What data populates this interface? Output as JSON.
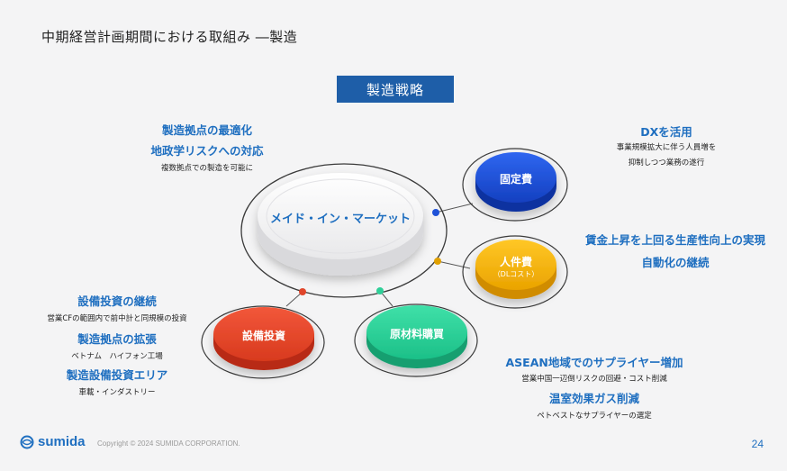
{
  "slide": {
    "title": "中期経営計画期間における取組み ―製造",
    "strategy_label": "製造戦略",
    "page_number": "24",
    "copyright": "Copyright © 2024 SUMIDA CORPORATION.",
    "logo_text": "sumida"
  },
  "center": {
    "label": "メイド・イン・マーケット"
  },
  "discs": {
    "fixed_cost": {
      "label": "固定費",
      "color": "#1f52d8"
    },
    "labor_cost": {
      "label": "人件費",
      "sub": "（DLコスト）",
      "color": "#f5b400"
    },
    "capex": {
      "label": "設備投資",
      "color": "#e8452a"
    },
    "materials": {
      "label": "原材料購買",
      "color": "#2fd29a"
    }
  },
  "annotations": {
    "top_left": {
      "h1": "製造拠点の最適化",
      "h2": "地政学リスクへの対応",
      "s1": "複数拠点での製造を可能に"
    },
    "top_right": {
      "h1": "DXを活用",
      "s1": "事業規模拡大に伴う人員増を",
      "s2": "抑制しつつ業務の遂行"
    },
    "mid_right": {
      "h1": "賃金上昇を上回る生産性向上の実現",
      "h2": "自動化の継続"
    },
    "bottom_left": {
      "h1": "設備投資の継続",
      "s1": "営業CFの範囲内で前中計と同規模の投資",
      "h2": "製造拠点の拡張",
      "s2": "ベトナム　ハイフォン工場",
      "h3": "製造設備投資エリア",
      "s3": "車載・インダストリー"
    },
    "bottom_right": {
      "h1": "ASEAN地域でのサプライヤー増加",
      "s1": "営業中国一辺倒リスクの回避・コスト削減",
      "h2": "温室効果ガス削減",
      "s2": "ペトベストなサプライヤーの選定"
    }
  }
}
